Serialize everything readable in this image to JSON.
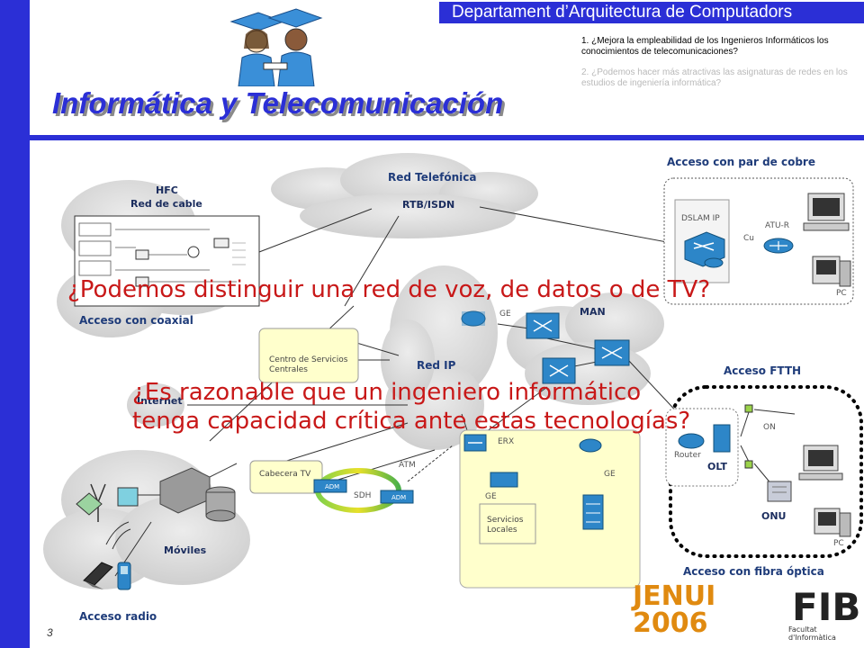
{
  "header": {
    "department": "Departament d’Arquitectura de Computadors",
    "title": "Informática y Telecomunicación",
    "questions": [
      "1. ¿Mejora la empleabilidad de los Ingenieros Informáticos los conocimientos de telecomunicaciones?",
      "2. ¿Podemos hacer más atractivas las asignaturas de redes en los estudios de ingeniería informática?"
    ]
  },
  "diagram": {
    "red_telefonica": "Red Telefónica",
    "rtb_isdn": "RTB/ISDN",
    "hfc": "HFC",
    "red_de_cable": "Red de cable",
    "acceso_coaxial": "Acceso con coaxial",
    "acceso_cobre": "Acceso con par de cobre",
    "dslam": "DSLAM IP",
    "atu_r": "ATU-R",
    "cu": "Cu",
    "pc": "PC",
    "man": "MAN",
    "ge": "GE",
    "centro_servicios": "Centro de Servicios Centrales",
    "red_ip": "Red IP",
    "internet": "Internet",
    "acceso_ftth": "Acceso FTTH",
    "erx": "ERX",
    "router": "Router",
    "olt": "OLT",
    "onu": "ONU",
    "on": "ON",
    "cabecera_tv": "Cabecera TV",
    "atm": "ATM",
    "sdh": "SDH",
    "servicios_locales": "Servicios Locales",
    "moviles": "Móviles",
    "acceso_radio": "Acceso radio",
    "acceso_fibra": "Acceso con fibra óptica"
  },
  "overlay": {
    "question1": "¿Podemos distinguir una red de voz, de datos o de TV?",
    "question2_line1": "¿Es razonable que un ingeniero informático",
    "question2_line2": "tenga capacidad crítica ante estas tecnologías?"
  },
  "footer": {
    "page_number": "3",
    "jenui_line1": "JENUI",
    "jenui_line2": "2006",
    "fib": "FIB",
    "fib_sub": "Facultat d'Informàtica"
  },
  "colors": {
    "brand_blue": "#2b2fd6",
    "overlay_red": "#c81818",
    "cloud_gray": "#d9d9d9",
    "panel_yellow": "#ffffcc"
  }
}
